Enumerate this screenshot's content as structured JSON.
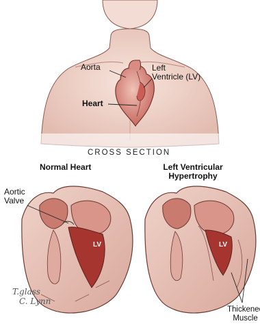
{
  "labels": {
    "aorta": "Aorta",
    "left_ventricle": "Left\nVentricle (LV)",
    "heart": "Heart",
    "cross_section": "CROSS SECTION",
    "normal_heart": "Normal Heart",
    "lvh": "Left Ventricular\nHypertrophy",
    "aortic_valve": "Aortic\nValve",
    "lv_left": "LV",
    "lv_right": "LV",
    "thickened_muscle": "Thickened\nMuscle"
  },
  "signature": [
    "T.glass",
    "C. Lynn"
  ],
  "colors": {
    "skin": "#f2d9cf",
    "skin_shadow": "#d9aea2",
    "heart_red": "#b34a45",
    "heart_pink": "#e2a49b",
    "line": "#5a2e2a"
  }
}
